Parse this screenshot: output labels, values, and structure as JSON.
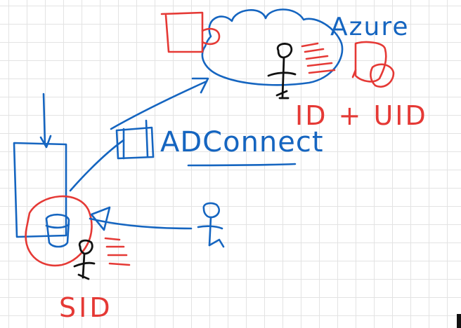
{
  "labels": {
    "cloud": "Azure",
    "connector": "ADConnect",
    "cloud_identity": "ID + UID",
    "onprem_identity": "SID"
  },
  "colors": {
    "blue": "#1565c0",
    "red": "#e53935",
    "black": "#111111",
    "grid": "#e3e3e3"
  }
}
